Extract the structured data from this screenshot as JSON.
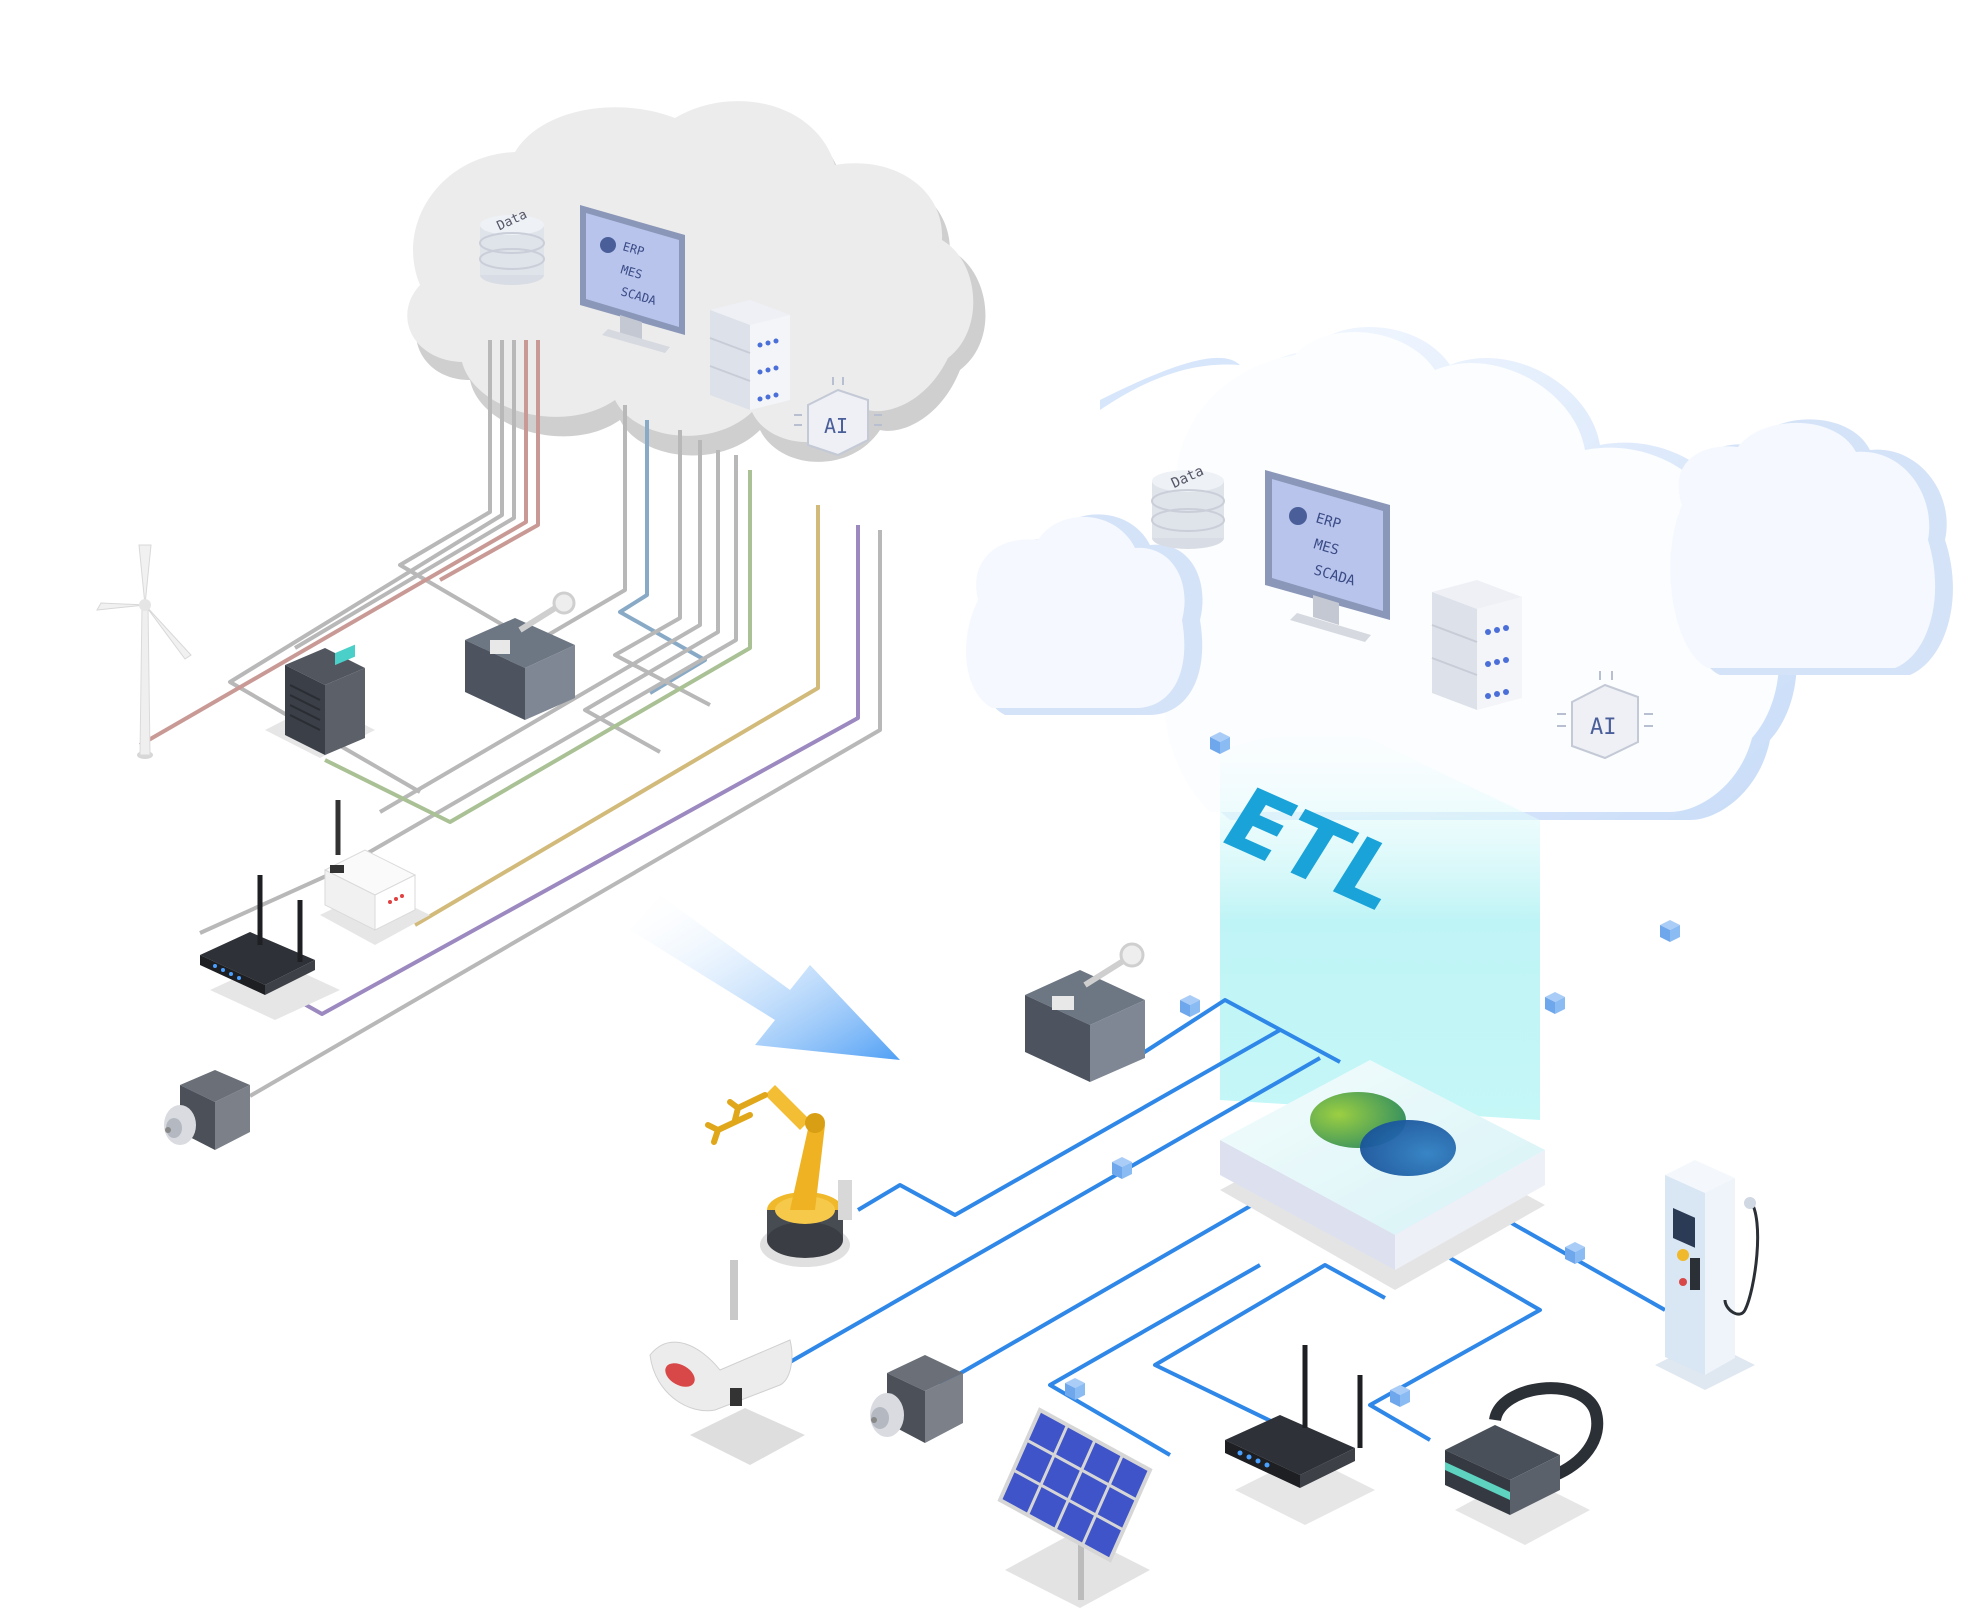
{
  "legacy_cloud": {
    "data_label": "Data",
    "monitor_lines": [
      "ERP",
      "MES",
      "SCADA"
    ],
    "ai_label": "AI"
  },
  "modern_cloud": {
    "data_label": "Data",
    "monitor_lines": [
      "ERP",
      "MES",
      "SCADA"
    ],
    "ai_label": "AI"
  },
  "etl_label": "ETL",
  "colors": {
    "legacy_wire": "#a8a8a8",
    "modern_wire": "#2f87e8",
    "etl_text": "#1aa3d9",
    "arrow": "#4f9ff5",
    "cloud_legacy": "#ececec",
    "cloud_modern": "#dbe8fb"
  },
  "icons": [
    "wind-turbine-icon",
    "inverter-icon",
    "limit-switch-icon",
    "iot-gateway-icon",
    "router-icon",
    "servo-motor-icon",
    "robot-arm-icon",
    "sensor-probe-icon",
    "solar-panel-icon",
    "vr-headset-icon",
    "ev-charger-icon",
    "integration-hub-icon"
  ]
}
